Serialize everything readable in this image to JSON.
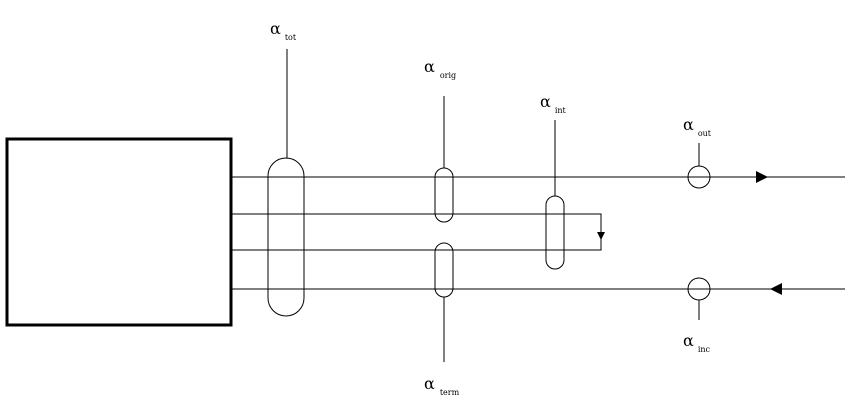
{
  "diagram": {
    "labels": {
      "tot": {
        "symbol": "α",
        "subscript": "tot"
      },
      "orig": {
        "symbol": "α",
        "subscript": "orig"
      },
      "int": {
        "symbol": "α",
        "subscript": "int"
      },
      "out": {
        "symbol": "α",
        "subscript": "out"
      },
      "term": {
        "symbol": "α",
        "subscript": "term"
      },
      "inc": {
        "symbol": "α",
        "subscript": "inc"
      }
    }
  }
}
